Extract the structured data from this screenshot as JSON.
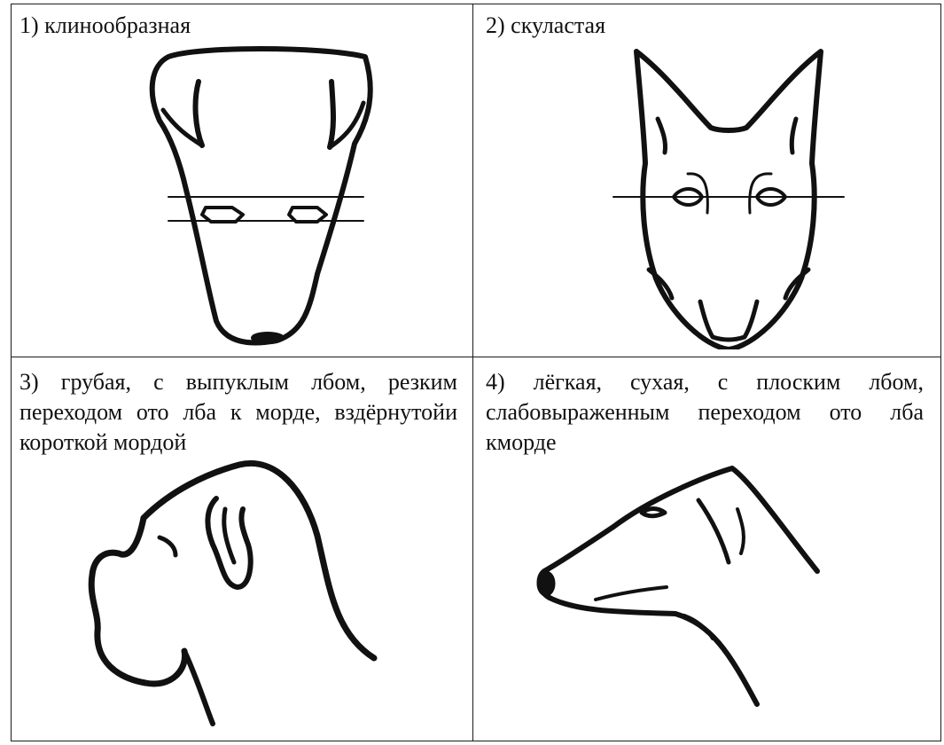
{
  "cells": [
    {
      "caption": "1) клинообразная"
    },
    {
      "caption": "2) скуластая"
    },
    {
      "caption": "3) грубая, с выпуклым лбом, резким переходом ото лба к морде, вздёрнутойи короткой мордой"
    },
    {
      "caption": "4) лёгкая, сухая, с плоским лбом, слабовыраженным переходом ото лба кморде"
    }
  ],
  "icons": [
    "wedge-head-dog-icon",
    "cheeky-head-dog-icon",
    "coarse-head-dog-icon",
    "light-head-dog-icon"
  ]
}
